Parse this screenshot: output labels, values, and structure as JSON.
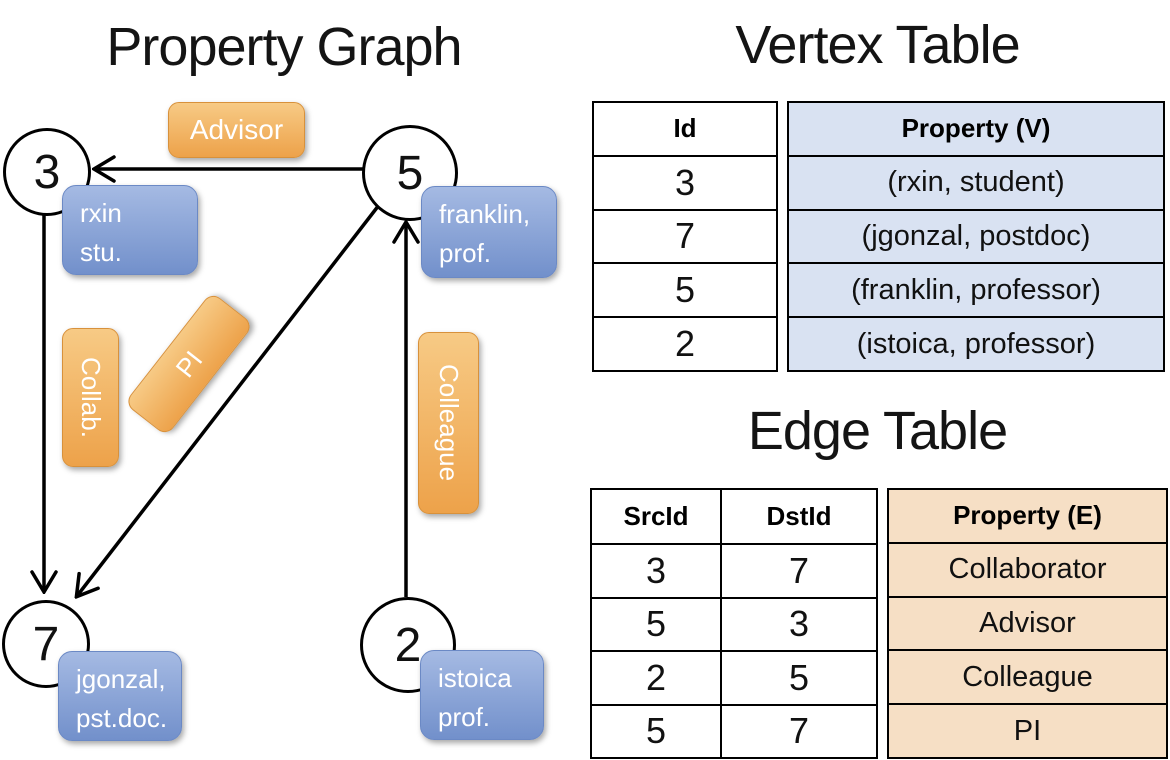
{
  "titles": {
    "property_graph": "Property Graph",
    "vertex_table": "Vertex Table",
    "edge_table": "Edge Table"
  },
  "graph": {
    "nodes": [
      {
        "id": "3"
      },
      {
        "id": "5"
      },
      {
        "id": "7"
      },
      {
        "id": "2"
      }
    ],
    "edge_labels": {
      "advisor": "Advisor",
      "collab": "Collab.",
      "pi": "PI",
      "colleague": "Colleague"
    },
    "node_properties": {
      "rxin": {
        "lines": [
          "rxin",
          "stu."
        ]
      },
      "franklin": {
        "lines": [
          "franklin,",
          "prof."
        ]
      },
      "jgonzal": {
        "lines": [
          "jgonzal,",
          "pst.doc."
        ]
      },
      "istoica": {
        "lines": [
          "istoica",
          "prof."
        ]
      }
    }
  },
  "vertex_table": {
    "header": {
      "id": "Id",
      "property": "Property (V)"
    },
    "rows": [
      {
        "id": "3",
        "property": "(rxin, student)"
      },
      {
        "id": "7",
        "property": "(jgonzal, postdoc)"
      },
      {
        "id": "5",
        "property": "(franklin, professor)"
      },
      {
        "id": "2",
        "property": "(istoica, professor)"
      }
    ]
  },
  "edge_table": {
    "header": {
      "src": "SrcId",
      "dst": "DstId",
      "property": "Property (E)"
    },
    "rows": [
      {
        "src": "3",
        "dst": "7",
        "property": "Collaborator"
      },
      {
        "src": "5",
        "dst": "3",
        "property": "Advisor"
      },
      {
        "src": "2",
        "dst": "5",
        "property": "Colleague"
      },
      {
        "src": "5",
        "dst": "7",
        "property": "PI"
      }
    ]
  },
  "colors": {
    "edge_label_orange": "#EDA24A",
    "vertex_box_blue": "#7C9AD3",
    "vertex_cell_fill": "#D9E2F2",
    "edge_cell_fill": "#F6DFC5",
    "line_black": "#000000"
  }
}
